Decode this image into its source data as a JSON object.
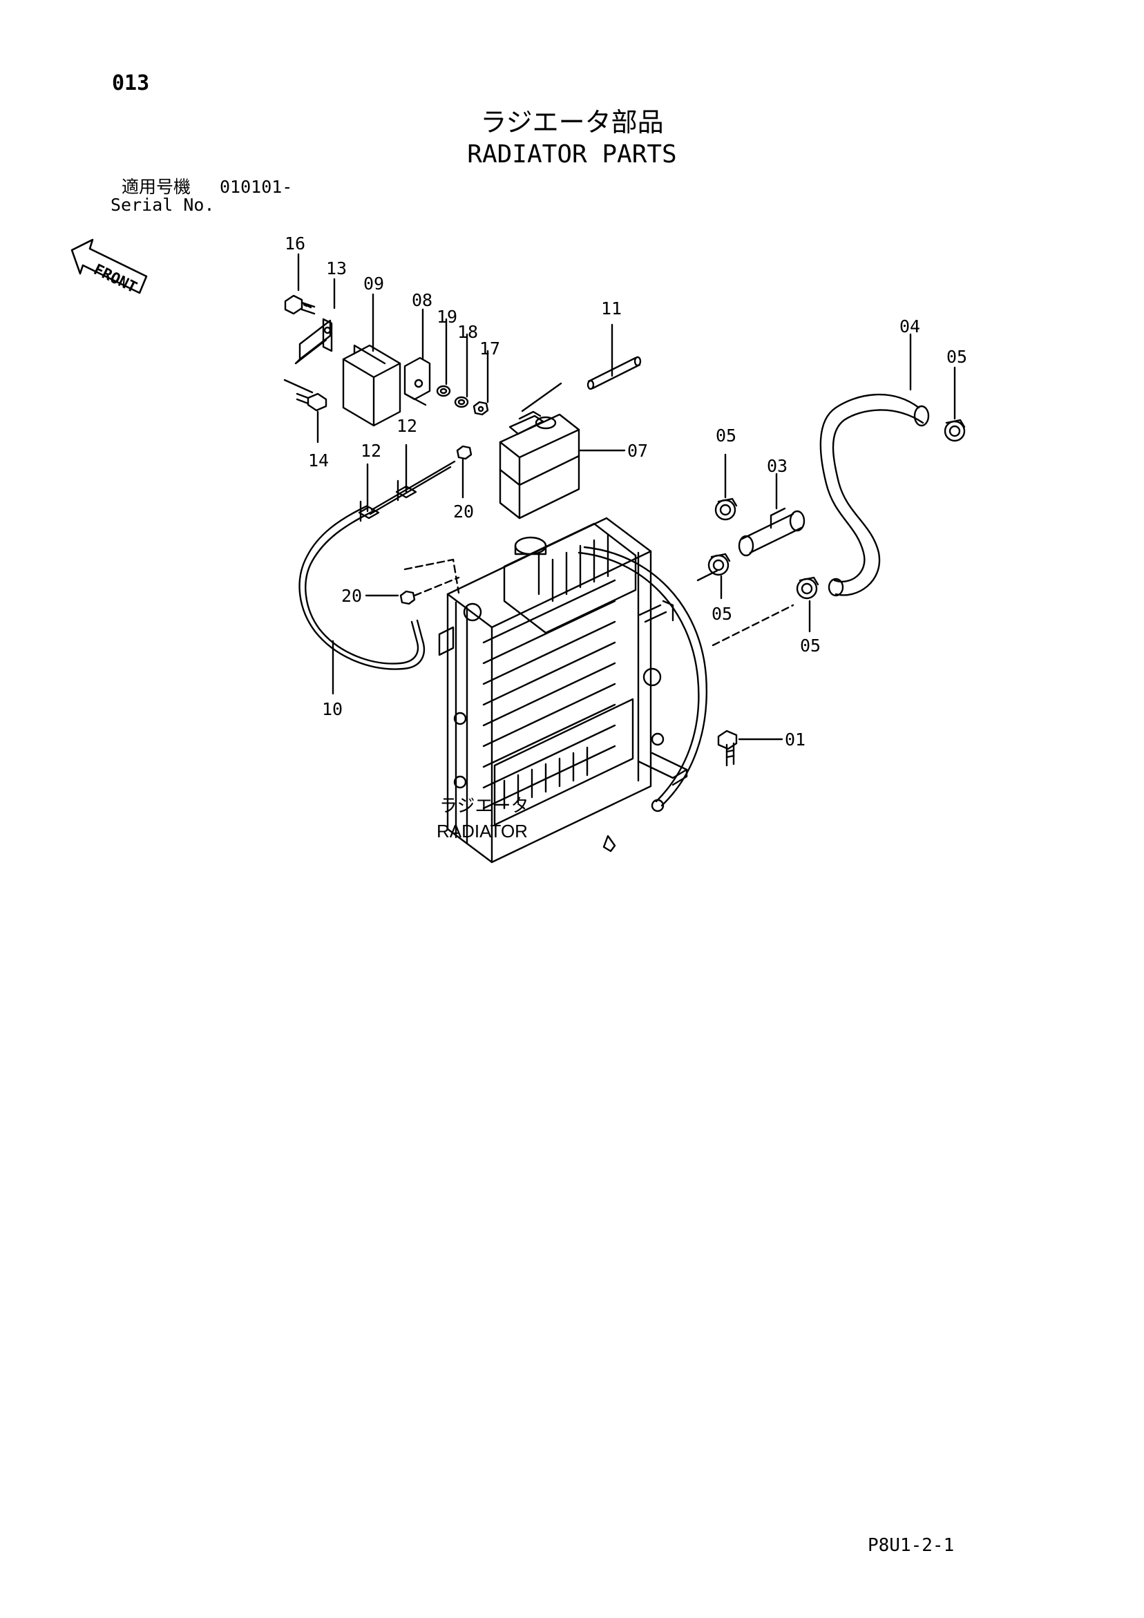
{
  "page_number": "013",
  "title_jp": "ラジエータ部品",
  "title_en": "RADIATOR PARTS",
  "serial": {
    "label_jp": "適用号機",
    "label_en": "Serial No.",
    "value": "010101-"
  },
  "front_arrow_label": "FRONT",
  "radiator_label_jp": "ラジエータ",
  "radiator_label_en": "RADIATOR",
  "callouts": [
    "16",
    "13",
    "09",
    "08",
    "19",
    "18",
    "17",
    "11",
    "04",
    "05",
    "05",
    "03",
    "07",
    "14",
    "12",
    "12",
    "20",
    "20",
    "05",
    "05",
    "10",
    "01"
  ],
  "footer_code": "P8U1-2-1"
}
